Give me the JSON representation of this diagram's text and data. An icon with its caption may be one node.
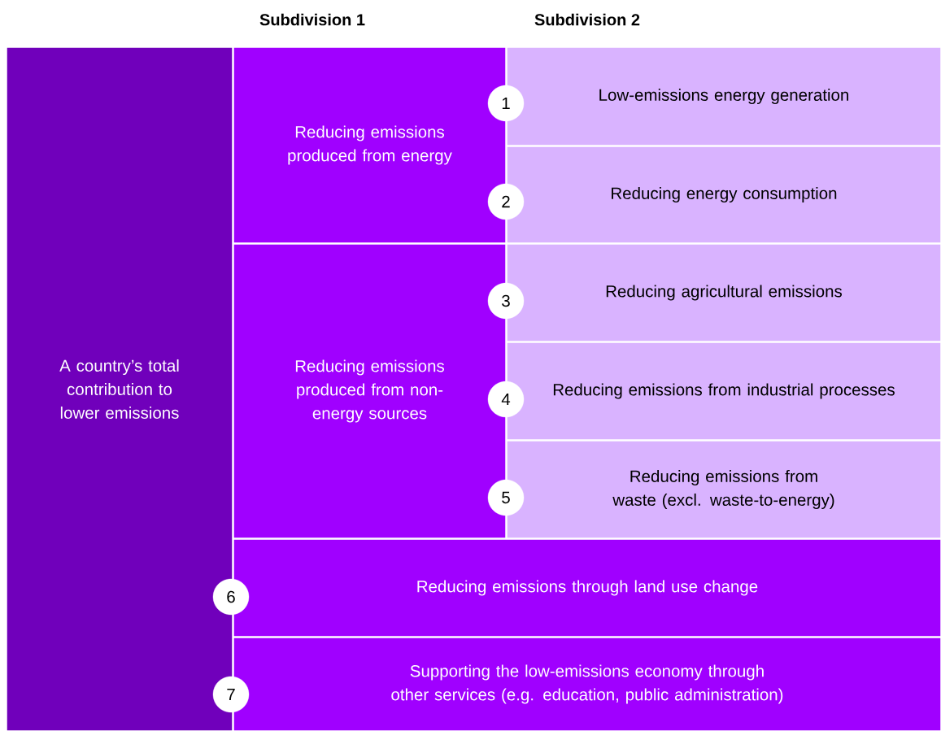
{
  "diagram": {
    "nodes": [
      {
        "text": [
          "A country’s total contribution to lower emissions"
        ]
      },
      {
        "text": [
          "Reducing emissions produced from energy"
        ]
      },
      {
        "text": [
          "1"
        ]
      },
      {
        "text": [
          "Low-emissions energy generation"
        ]
      },
      {
        "text": [
          "2"
        ]
      },
      {
        "text": [
          "Reducing energy consumption"
        ]
      },
      {
        "text": [
          "Reducing emissions produced from non-energy sources"
        ]
      },
      {
        "text": [
          "3"
        ]
      },
      {
        "text": [
          "Reducing agricultural emissions"
        ]
      },
      {
        "text": [
          "4"
        ]
      },
      {
        "text": [
          "Reducing emissions from industrial processes"
        ]
      },
      {
        "text": [
          "5"
        ]
      },
      {
        "text": [
          "Reducing emissions from waste (excl. waste-to-energy)"
        ]
      },
      {
        "text": [
          "6"
        ]
      },
      {
        "text": [
          "Reducing emissions through land use change"
        ]
      },
      {
        "text": [
          "7"
        ]
      },
      {
        "text": [
          "Supporting the low-emissions economy through other services (e.g. education, public administration)"
        ]
      }
    ],
    "labels": [
      "Subdivision 1",
      "Subdivision 2"
    ]
  }
}
